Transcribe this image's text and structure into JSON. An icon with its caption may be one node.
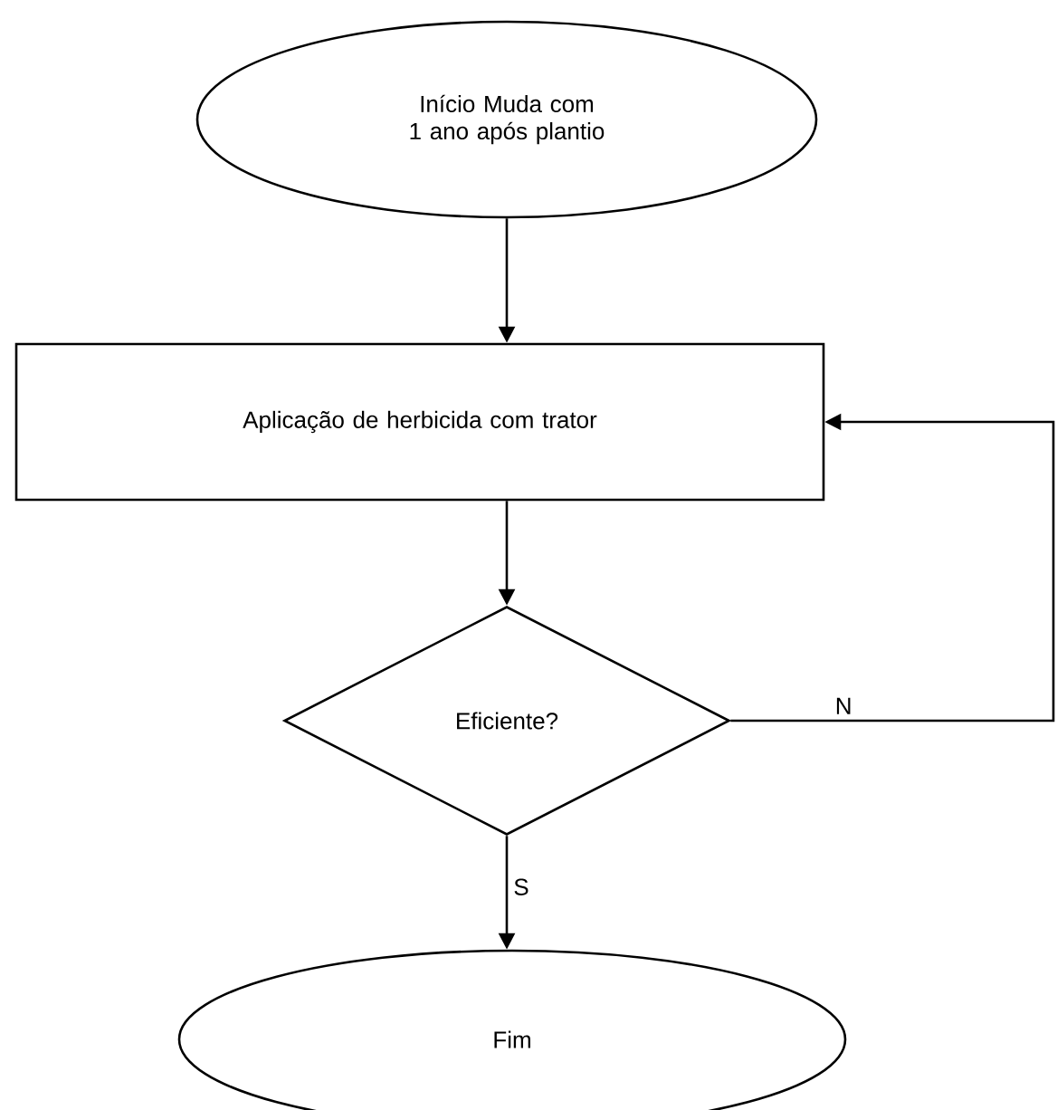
{
  "diagram": {
    "nodes": [
      {
        "text": [
          "Início Muda com 1 ano após plantio"
        ]
      },
      {
        "text": [
          "Aplicação de herbicida com trator"
        ]
      },
      {
        "text": [
          "Eficiente?"
        ]
      },
      {
        "text": [
          "Fim"
        ]
      }
    ],
    "edges": [
      {
        "from": 0,
        "to": 1,
        "arrow": "to"
      },
      {
        "from": 1,
        "to": 2,
        "arrow": "to"
      },
      {
        "from": 2,
        "to": 3,
        "arrow": "to",
        "label": "S"
      },
      {
        "from": 2,
        "to": 1,
        "arrow": "to",
        "label": "N"
      }
    ]
  }
}
